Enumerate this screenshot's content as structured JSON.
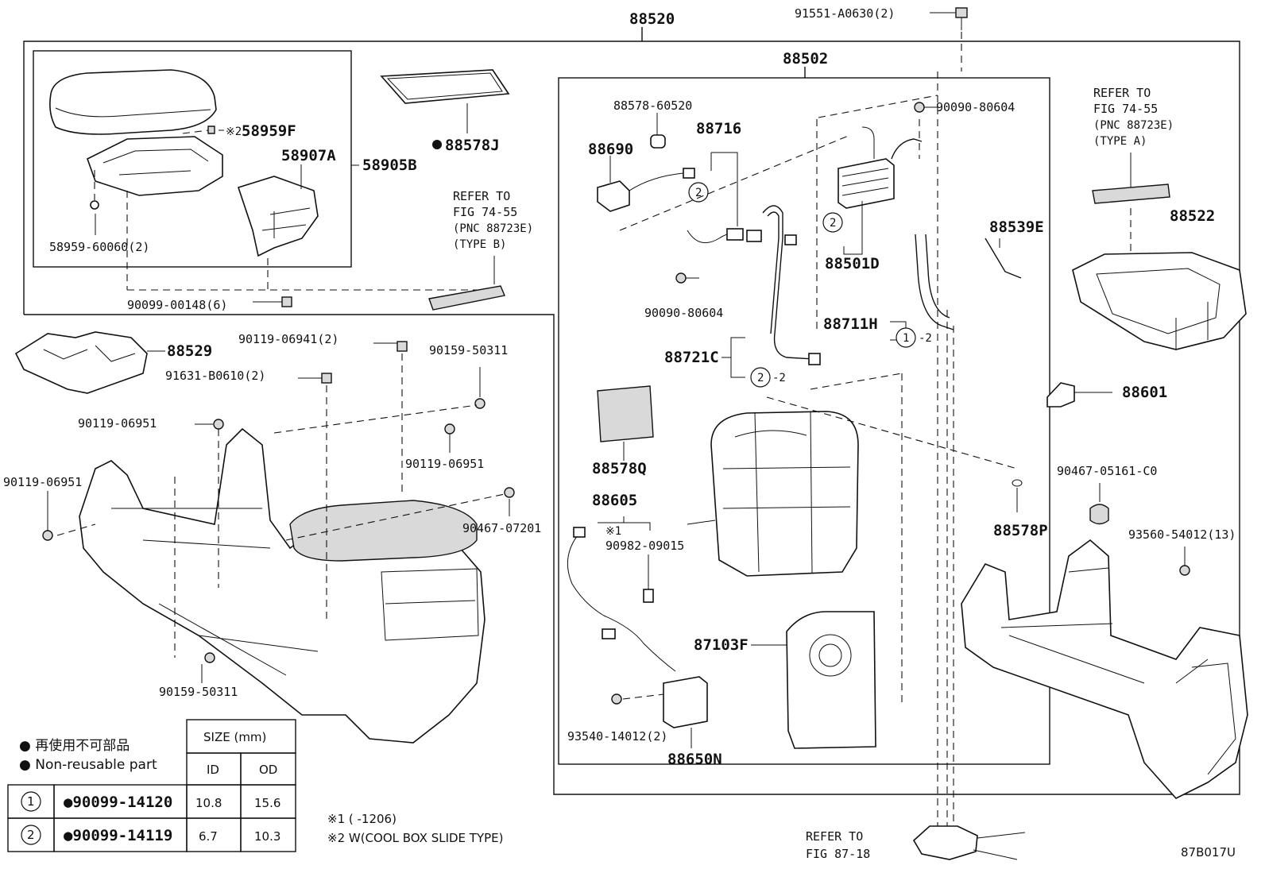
{
  "labels": {
    "p88520": "88520",
    "p91551": "91551-A0630(2)",
    "p88502": "88502",
    "p58959F": "58959F",
    "mark2a": "※2",
    "p58907A": "58907A",
    "p58905B": "58905B",
    "p88578J": "88578J",
    "p58959_60060": "58959-60060(2)",
    "p90099_00148": "90099-00148(6)",
    "refer_b_1": "REFER TO",
    "refer_b_2": "FIG 74-55",
    "refer_b_3": "(PNC 88723E)",
    "refer_b_4": "(TYPE B)",
    "p88578_60520": "88578-60520",
    "p88716": "88716",
    "p88690": "88690",
    "p90090_80604a": "90090-80604",
    "p90090_80604b": "90090-80604",
    "p88501D": "88501D",
    "p88539E": "88539E",
    "p88711H": "88711H",
    "p88721C": "88721C",
    "refer_a_1": "REFER TO",
    "refer_a_2": "FIG 74-55",
    "refer_a_3": "(PNC 88723E)",
    "refer_a_4": "(TYPE A)",
    "p88522": "88522",
    "p88601": "88601",
    "p88529": "88529",
    "p90119_06941": "90119-06941(2)",
    "p91631_B0610": "91631-B0610(2)",
    "p90159_50311a": "90159-50311",
    "p90119_06951a": "90119-06951",
    "p90119_06951b": "90119-06951",
    "p90119_06951c": "90119-06951",
    "p90467_07201": "90467-07201",
    "p90159_50311b": "90159-50311",
    "p88578Q": "88578Q",
    "p88605": "88605",
    "mark1a": "※1",
    "p90982_09015": "90982-09015",
    "p87103F": "87103F",
    "p93540_14012": "93540-14012(2)",
    "p88650N": "88650N",
    "p88578P": "88578P",
    "p90467_05161": "90467-05161-C0",
    "p93560_54012": "93560-54012(13)",
    "refer_c_1": "REFER TO",
    "refer_c_2": "FIG 87-18",
    "code": "87B017U",
    "dash2": "-2",
    "n1": "1",
    "n2": "2"
  },
  "legend": {
    "line_jp": "● 再使用不可部品",
    "line_en": "● Non-reusable part"
  },
  "size_table": {
    "header": "SIZE (mm)",
    "col_id": "ID",
    "col_od": "OD",
    "rows": [
      {
        "num": "1",
        "part": "●90099-14120",
        "id": "10.8",
        "od": "15.6"
      },
      {
        "num": "2",
        "part": "●90099-14119",
        "id": "6.7",
        "od": "10.3"
      }
    ]
  },
  "notes": {
    "note1": "※1 (      -1206)",
    "note2": "※2 W(COOL BOX SLIDE TYPE)"
  },
  "colors": {
    "line": "#111111",
    "fill_part": "#ffffff",
    "fill_shade": "#d9d9d9"
  }
}
